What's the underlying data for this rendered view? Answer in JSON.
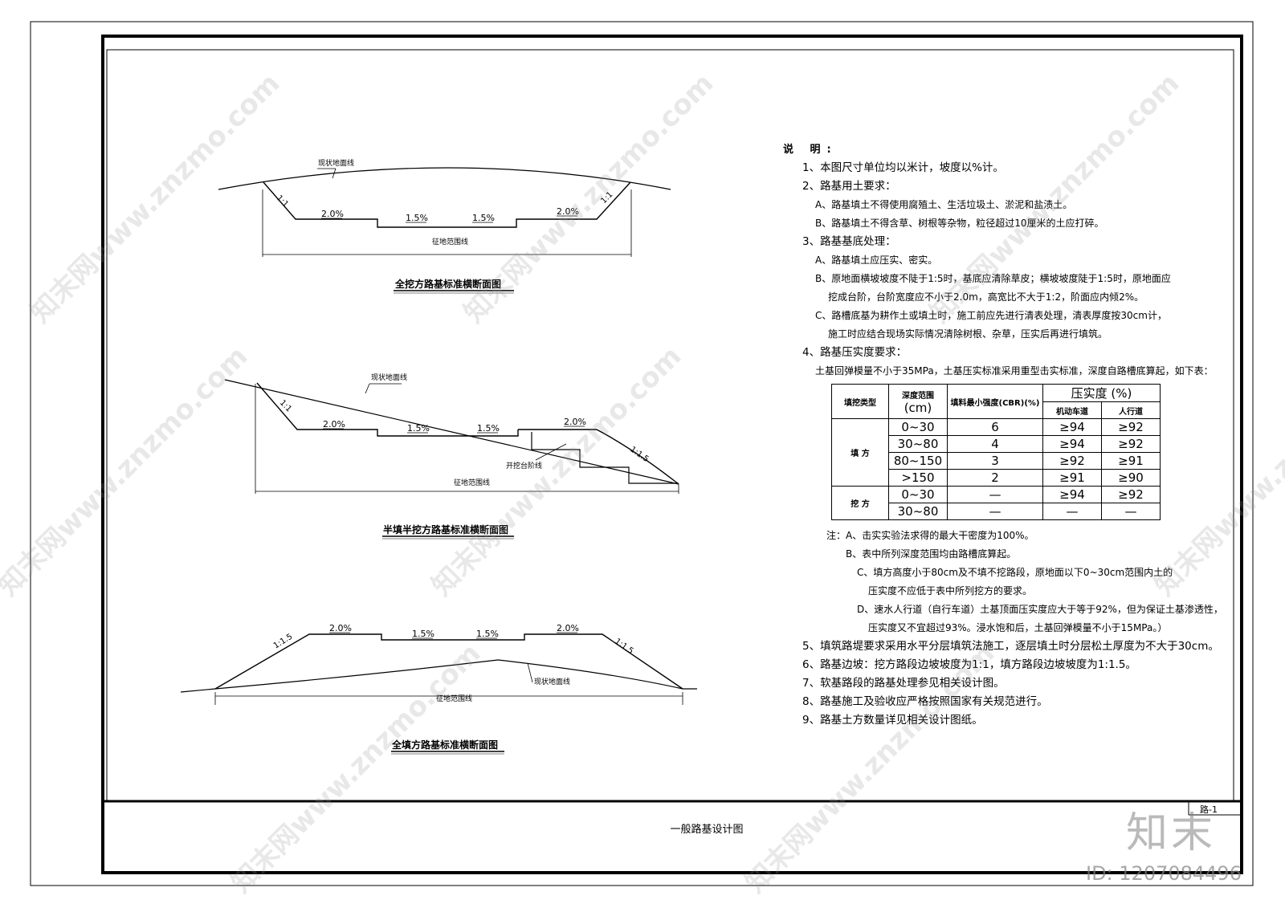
{
  "diagrams": {
    "cut": {
      "title": "全挖方路基标准横断面图",
      "ground_label": "现状地面线",
      "base_label": "征地范围线",
      "slopes": [
        "1:1",
        "1:1"
      ],
      "grades": [
        "2.0%",
        "1.5%",
        "1.5%",
        "2.0%"
      ]
    },
    "half": {
      "title": "半填半挖方路基标准横断面图",
      "ground_label": "现状地面线",
      "base_label": "征地范围线",
      "step_label": "开挖台阶线",
      "slopes": [
        "1:1",
        "1:1.5"
      ],
      "grades": [
        "2.0%",
        "1.5%",
        "1.5%",
        "2.0%"
      ]
    },
    "fill": {
      "title": "全填方路基标准横断面图",
      "ground_label": "现状地面线",
      "base_label": "征地范围线",
      "slopes": [
        "1:1.5",
        "1:1.5"
      ],
      "grades": [
        "2.0%",
        "1.5%",
        "1.5%",
        "2.0%"
      ]
    }
  },
  "notes": {
    "heading": "说 明:",
    "n1": "1、本图尺寸单位均以米计，坡度以%计。",
    "n2": "2、路基用土要求：",
    "n2a": "A、路基填土不得使用腐殖土、生活垃圾土、淤泥和盐渍土。",
    "n2b": "B、路基填土不得含草、树根等杂物，粒径超过10厘米的土应打碎。",
    "n3": "3、路基基底处理：",
    "n3a": "A、路基填土应压实、密实。",
    "n3b1": "B、原地面横坡坡度不陡于1:5时，基底应清除草皮；横坡坡度陡于1:5时，原地面应",
    "n3b2": "挖成台阶，台阶宽度应不小于2.0m，高宽比不大于1:2，阶面应内倾2%。",
    "n3c1": "C、路槽底基为耕作土或填土时，施工前应先进行清表处理，清表厚度按30cm计，",
    "n3c2": "施工时应结合现场实际情况清除树根、杂草，压实后再进行填筑。",
    "n4": "4、路基压实度要求：",
    "n4a": "土基回弹模量不小于35MPa，土基压实标准采用重型击实标准，深度自路槽底算起，如下表：",
    "noteA": "注：A、击实实验法求得的最大干密度为100%。",
    "noteB": "B、表中所列深度范围均由路槽底算起。",
    "noteC1": "C、填方高度小于80cm及不填不挖路段，原地面以下0~30cm范围内土的",
    "noteC2": "压实度不应低于表中所列挖方的要求。",
    "noteD1": "D、速水人行道（自行车道）土基顶面压实度应大于等于92%，但为保证土基渗透性，",
    "noteD2": "压实度又不宜超过93%。浸水饱和后，土基回弹模量不小于15MPa。）",
    "n5": "5、填筑路堤要求采用水平分层填筑法施工，逐层填土时分层松土厚度为不大于30cm。",
    "n6": "6、路基边坡：挖方路段边坡坡度为1:1，填方路段边坡坡度为1:1.5。",
    "n7": "7、软基路段的路基处理参见相关设计图。",
    "n8": "8、路基施工及验收应严格按照国家有关规范进行。",
    "n9": "9、路基土方数量详见相关设计图纸。"
  },
  "table": {
    "h_type": "填挖类型",
    "h_depth1": "深度范围",
    "h_depth2": "(cm)",
    "h_cbr": "填料最小强度(CBR)(%)",
    "h_compact": "压实度 (%)",
    "h_motor": "机动车道",
    "h_ped": "人行道",
    "fill_label": "填 方",
    "cut_label": "挖 方",
    "rows": [
      {
        "depth": "0~30",
        "cbr": "6",
        "motor": "≥94",
        "ped": "≥92"
      },
      {
        "depth": "30~80",
        "cbr": "4",
        "motor": "≥94",
        "ped": "≥92"
      },
      {
        "depth": "80~150",
        "cbr": "3",
        "motor": "≥92",
        "ped": "≥91"
      },
      {
        "depth": ">150",
        "cbr": "2",
        "motor": "≥91",
        "ped": "≥90"
      },
      {
        "depth": "0~30",
        "cbr": "—",
        "motor": "≥94",
        "ped": "≥92"
      },
      {
        "depth": "30~80",
        "cbr": "—",
        "motor": "—",
        "ped": "—"
      }
    ]
  },
  "titleblock": {
    "drawing_name": "一般路基设计图",
    "sheet_no": "路-1"
  },
  "watermark": {
    "logo": "知末",
    "id": "ID: 1207084496",
    "text": "知末网www.znzmo.com"
  }
}
